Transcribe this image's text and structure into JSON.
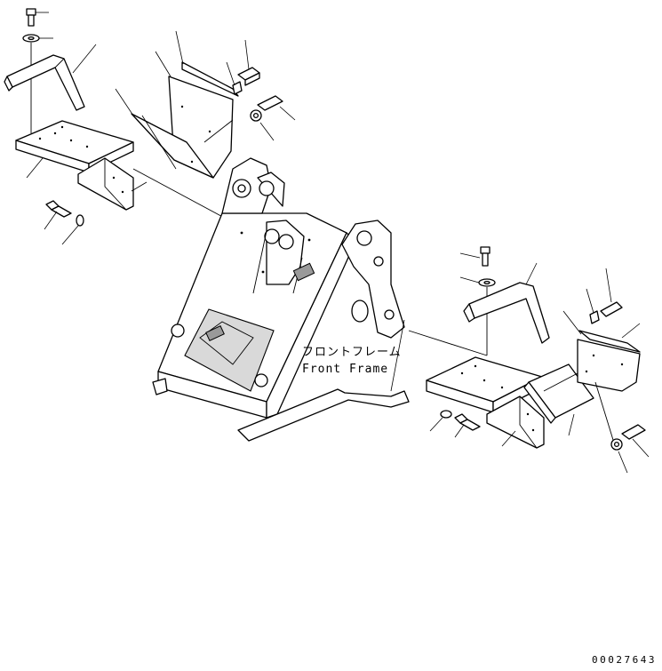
{
  "diagram": {
    "label_jp": "フロントフレーム",
    "label_en": "Front Frame",
    "document_number": "00027643"
  }
}
